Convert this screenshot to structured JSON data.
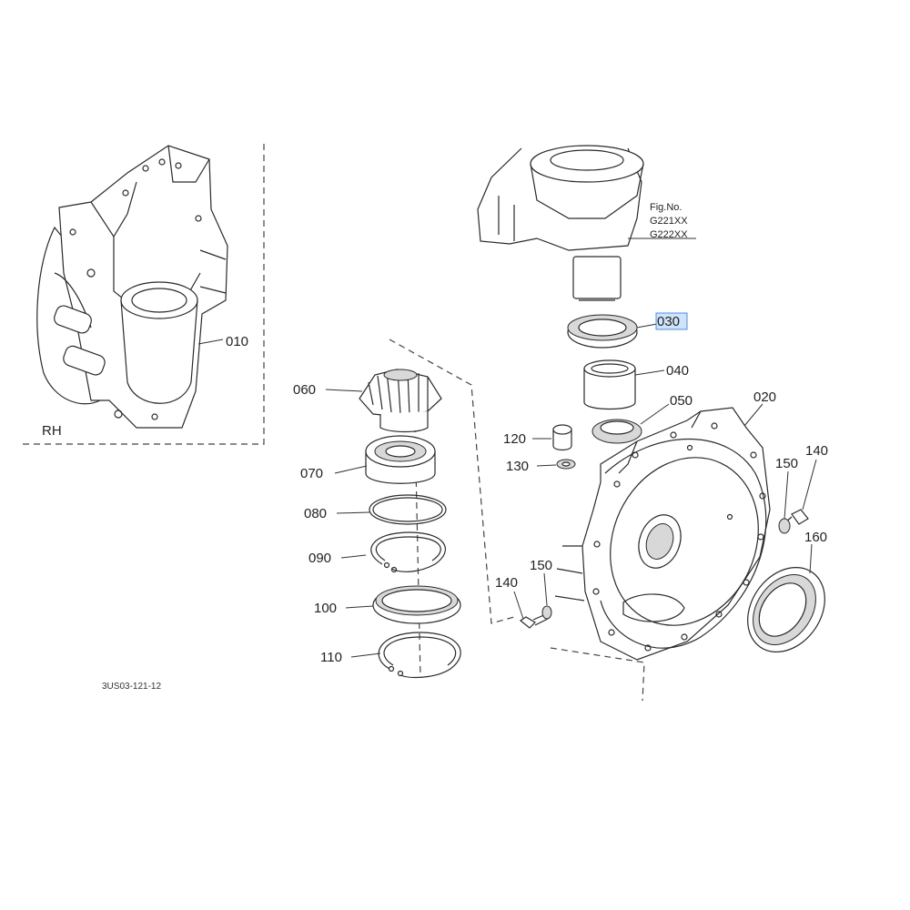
{
  "figure": {
    "fig_no_label": "Fig.No.",
    "fig_codes": [
      "G221XX",
      "G222XX"
    ],
    "side_label": "RH",
    "drawing_code": "3US03-121-12"
  },
  "callouts": {
    "p010": "010",
    "p020": "020",
    "p030": "030",
    "p040": "040",
    "p050": "050",
    "p060": "060",
    "p070": "070",
    "p080": "080",
    "p090": "090",
    "p100": "100",
    "p110": "110",
    "p120": "120",
    "p130": "130",
    "p140a": "140",
    "p140b": "140",
    "p150a": "150",
    "p150b": "150",
    "p160": "160"
  },
  "selected_callout": "030",
  "colors": {
    "highlight_fill": "#cfe3fb",
    "highlight_stroke": "#4a90e2",
    "ink": "#2a2a2a"
  }
}
